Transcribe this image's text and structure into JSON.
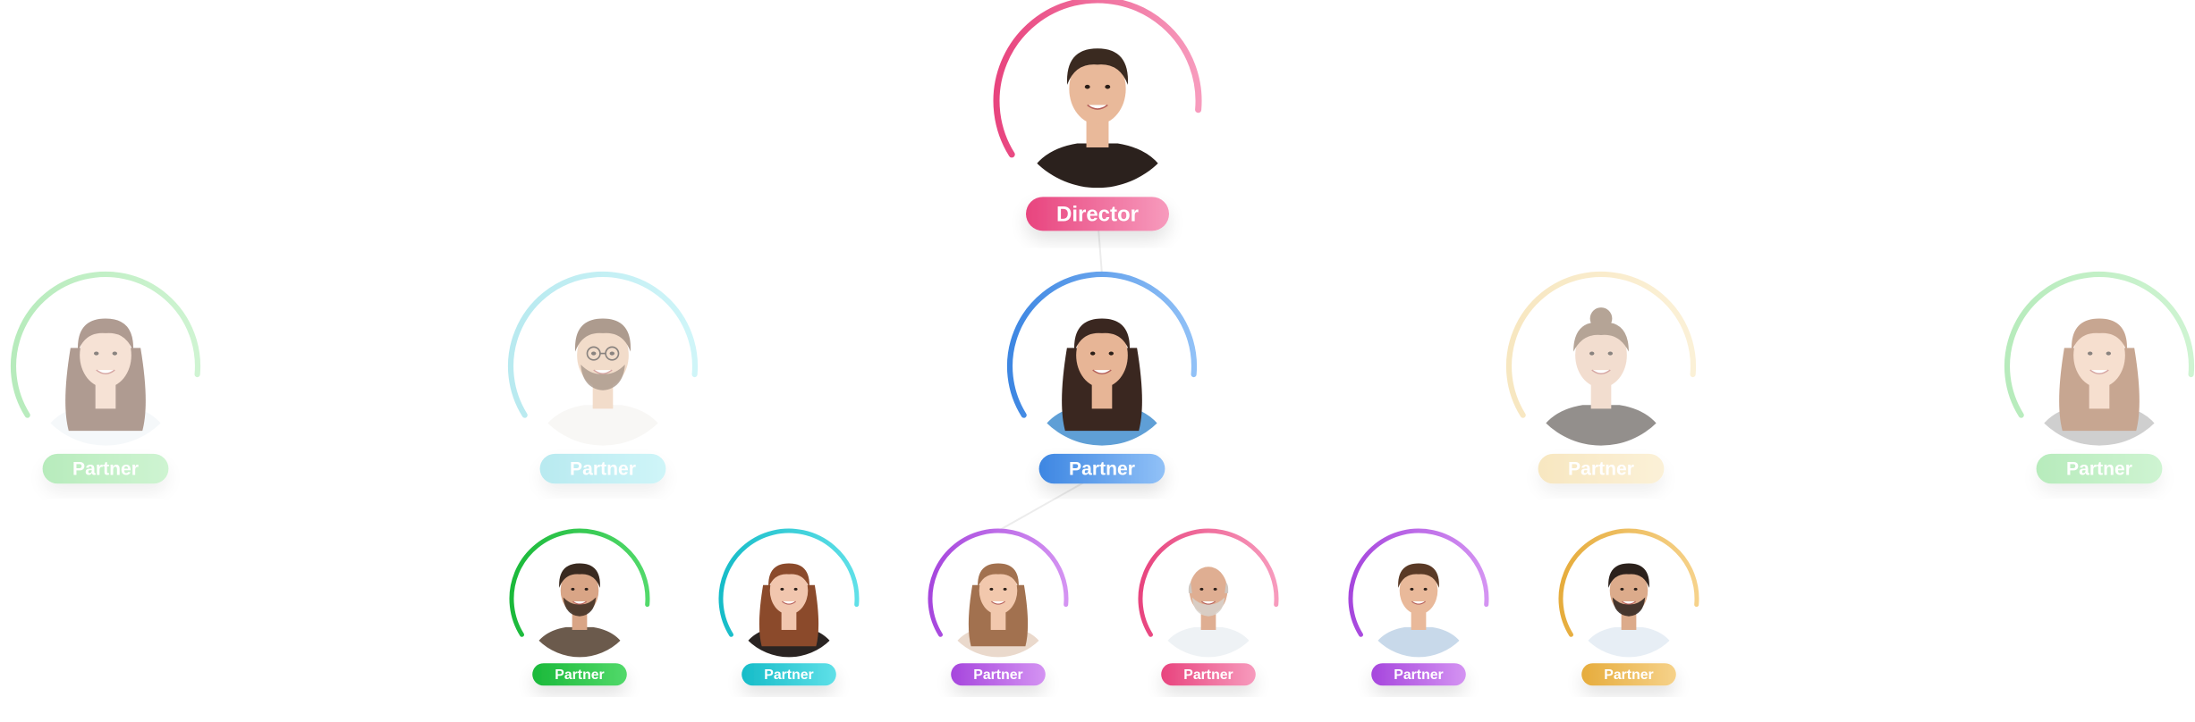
{
  "chart": {
    "nodes": [
      {
        "id": "director",
        "label": "Director",
        "color": "#e8447e",
        "color_light": "#f79bbd",
        "avatar": "man-short-hair-dark-jacket",
        "faded": false
      },
      {
        "id": "p1",
        "label": "Partner",
        "color": "#7ddc86",
        "color_light": "#a8ecae",
        "avatar": "woman-long-hair",
        "faded": true
      },
      {
        "id": "p2",
        "label": "Partner",
        "color": "#7fd9e4",
        "color_light": "#a9eef4",
        "avatar": "man-glasses-beard",
        "faded": true
      },
      {
        "id": "p3",
        "label": "Partner",
        "color": "#3d86e2",
        "color_light": "#91c1f7",
        "avatar": "woman-curly-hair",
        "faded": false
      },
      {
        "id": "p4",
        "label": "Partner",
        "color": "#f2d48e",
        "color_light": "#f9e6b8",
        "avatar": "woman-hair-up",
        "faded": true
      },
      {
        "id": "p5",
        "label": "Partner",
        "color": "#7ddc86",
        "color_light": "#a8ecae",
        "avatar": "woman-wavy-hair",
        "faded": true
      },
      {
        "id": "c1",
        "label": "Partner",
        "color": "#1ab93a",
        "color_light": "#52d96a",
        "avatar": "man-full-beard",
        "faded": false
      },
      {
        "id": "c2",
        "label": "Partner",
        "color": "#16bcc8",
        "color_light": "#5fe0e8",
        "avatar": "woman-red-hair",
        "faded": false
      },
      {
        "id": "c3",
        "label": "Partner",
        "color": "#a646dd",
        "color_light": "#d493f2",
        "avatar": "woman-light-hair",
        "faded": false
      },
      {
        "id": "c4",
        "label": "Partner",
        "color": "#e8447e",
        "color_light": "#f79bbd",
        "avatar": "older-man-bald",
        "faded": false
      },
      {
        "id": "c5",
        "label": "Partner",
        "color": "#a646dd",
        "color_light": "#d493f2",
        "avatar": "man-smiling",
        "faded": false
      },
      {
        "id": "c6",
        "label": "Partner",
        "color": "#e6ac3c",
        "color_light": "#f6d28a",
        "avatar": "man-stubble",
        "faded": false
      }
    ],
    "links": [
      {
        "from": "director",
        "to": "p3"
      },
      {
        "from": "p3",
        "to": "c3"
      }
    ]
  }
}
